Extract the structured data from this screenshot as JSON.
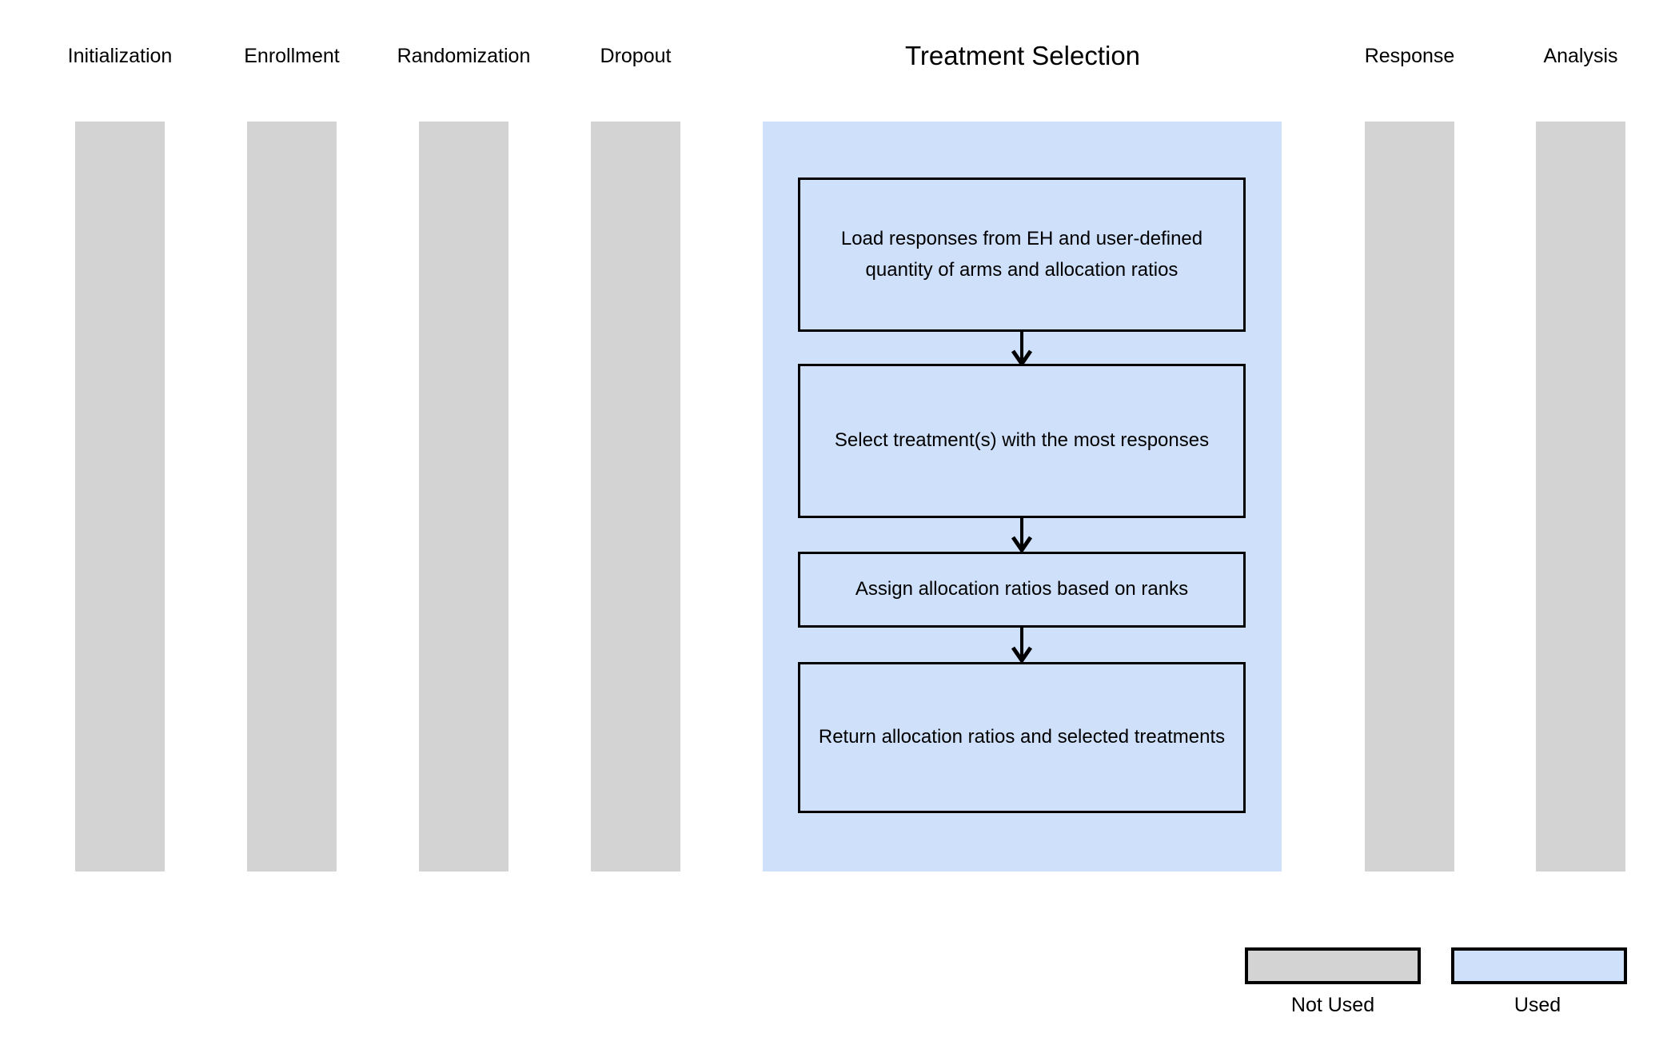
{
  "figure": {
    "stages": [
      {
        "label": "Initialization",
        "used": false
      },
      {
        "label": "Enrollment",
        "used": false
      },
      {
        "label": "Randomization",
        "used": false
      },
      {
        "label": "Dropout",
        "used": false
      },
      {
        "label": "Treatment Selection",
        "used": true
      },
      {
        "label": "Response",
        "used": false
      },
      {
        "label": "Analysis",
        "used": false
      }
    ],
    "flow": {
      "stage": "Treatment Selection",
      "steps": [
        "Load responses from EH and user-defined quantity of arms and allocation ratios",
        "Select treatment(s) with the most responses",
        "Assign allocation ratios based on ranks",
        "Return allocation ratios and selected treatments"
      ]
    },
    "legend": {
      "not_used_label": "Not Used",
      "used_label": "Used"
    },
    "colors": {
      "used_fill": "#cfe0fb",
      "not_used_fill": "#d3d3d3",
      "outline": "#000000",
      "background": "#ffffff"
    }
  }
}
